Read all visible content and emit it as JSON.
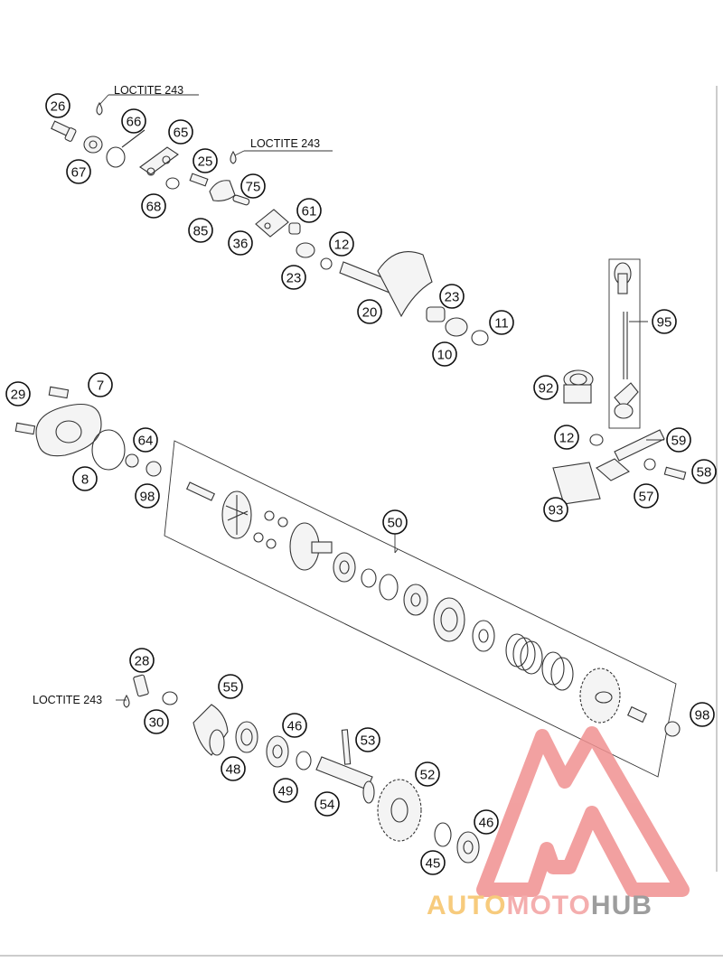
{
  "callouts": [
    {
      "label": "26"
    },
    {
      "label": "66"
    },
    {
      "label": "65"
    },
    {
      "label": "67"
    },
    {
      "label": "25"
    },
    {
      "label": "75"
    },
    {
      "label": "68"
    },
    {
      "label": "85"
    },
    {
      "label": "36"
    },
    {
      "label": "61"
    },
    {
      "label": "12"
    },
    {
      "label": "23"
    },
    {
      "label": "20"
    },
    {
      "label": "23"
    },
    {
      "label": "11"
    },
    {
      "label": "10"
    },
    {
      "label": "95"
    },
    {
      "label": "92"
    },
    {
      "label": "12"
    },
    {
      "label": "59"
    },
    {
      "label": "58"
    },
    {
      "label": "57"
    },
    {
      "label": "93"
    },
    {
      "label": "29"
    },
    {
      "label": "7"
    },
    {
      "label": "64"
    },
    {
      "label": "8"
    },
    {
      "label": "98"
    },
    {
      "label": "50"
    },
    {
      "label": "28"
    },
    {
      "label": "55"
    },
    {
      "label": "30"
    },
    {
      "label": "46"
    },
    {
      "label": "53"
    },
    {
      "label": "48"
    },
    {
      "label": "49"
    },
    {
      "label": "52"
    },
    {
      "label": "54"
    },
    {
      "label": "46"
    },
    {
      "label": "45"
    },
    {
      "label": "98"
    }
  ],
  "notes": [
    {
      "text": "LOCTITE 243"
    },
    {
      "text": "LOCTITE 243"
    },
    {
      "text": "LOCTITE 243"
    }
  ],
  "watermark": {
    "part1": "AUTO",
    "part2": "MOTO",
    "part3": "HUB",
    "color_auto": "#f6c267",
    "color_moto": "#f3a0a0",
    "color_hub": "#8c8c8c",
    "triangle_color": "#f09090"
  }
}
